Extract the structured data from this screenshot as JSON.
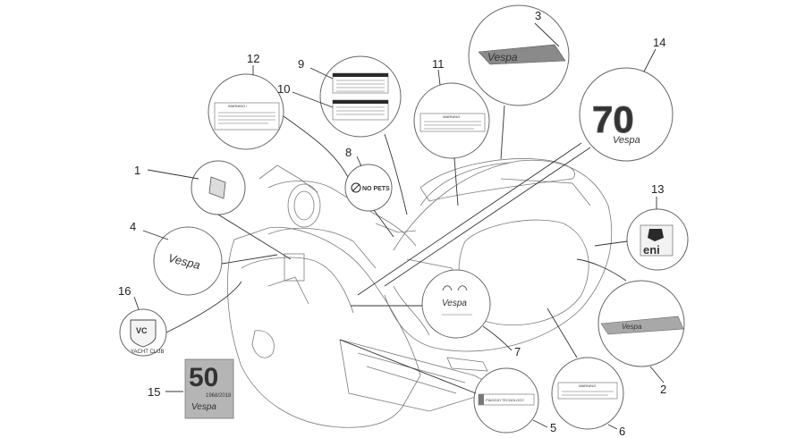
{
  "callouts": [
    {
      "num": "1"
    },
    {
      "num": "2"
    },
    {
      "num": "3"
    },
    {
      "num": "4"
    },
    {
      "num": "5"
    },
    {
      "num": "6"
    },
    {
      "num": "7"
    },
    {
      "num": "8"
    },
    {
      "num": "9"
    },
    {
      "num": "10"
    },
    {
      "num": "11"
    },
    {
      "num": "12"
    },
    {
      "num": "13"
    },
    {
      "num": "14"
    },
    {
      "num": "15"
    },
    {
      "num": "16"
    }
  ],
  "labels": {
    "no_pets": "NO PETS",
    "warning": "WARNING !",
    "warning_plain": "WARNING",
    "piaggio": "PIAGGIO TECNOLOGY",
    "vespa": "Vespa",
    "vespa_70": "70",
    "fifty": "50",
    "fifty_years": "1968/2018",
    "eni": "eni",
    "yacht_club": "YACHT CLUB",
    "yacht_initials": "VC"
  },
  "colors": {
    "line": "#333333",
    "outline": "#7a7a7a",
    "badge_grey": "#9e9e9e"
  }
}
